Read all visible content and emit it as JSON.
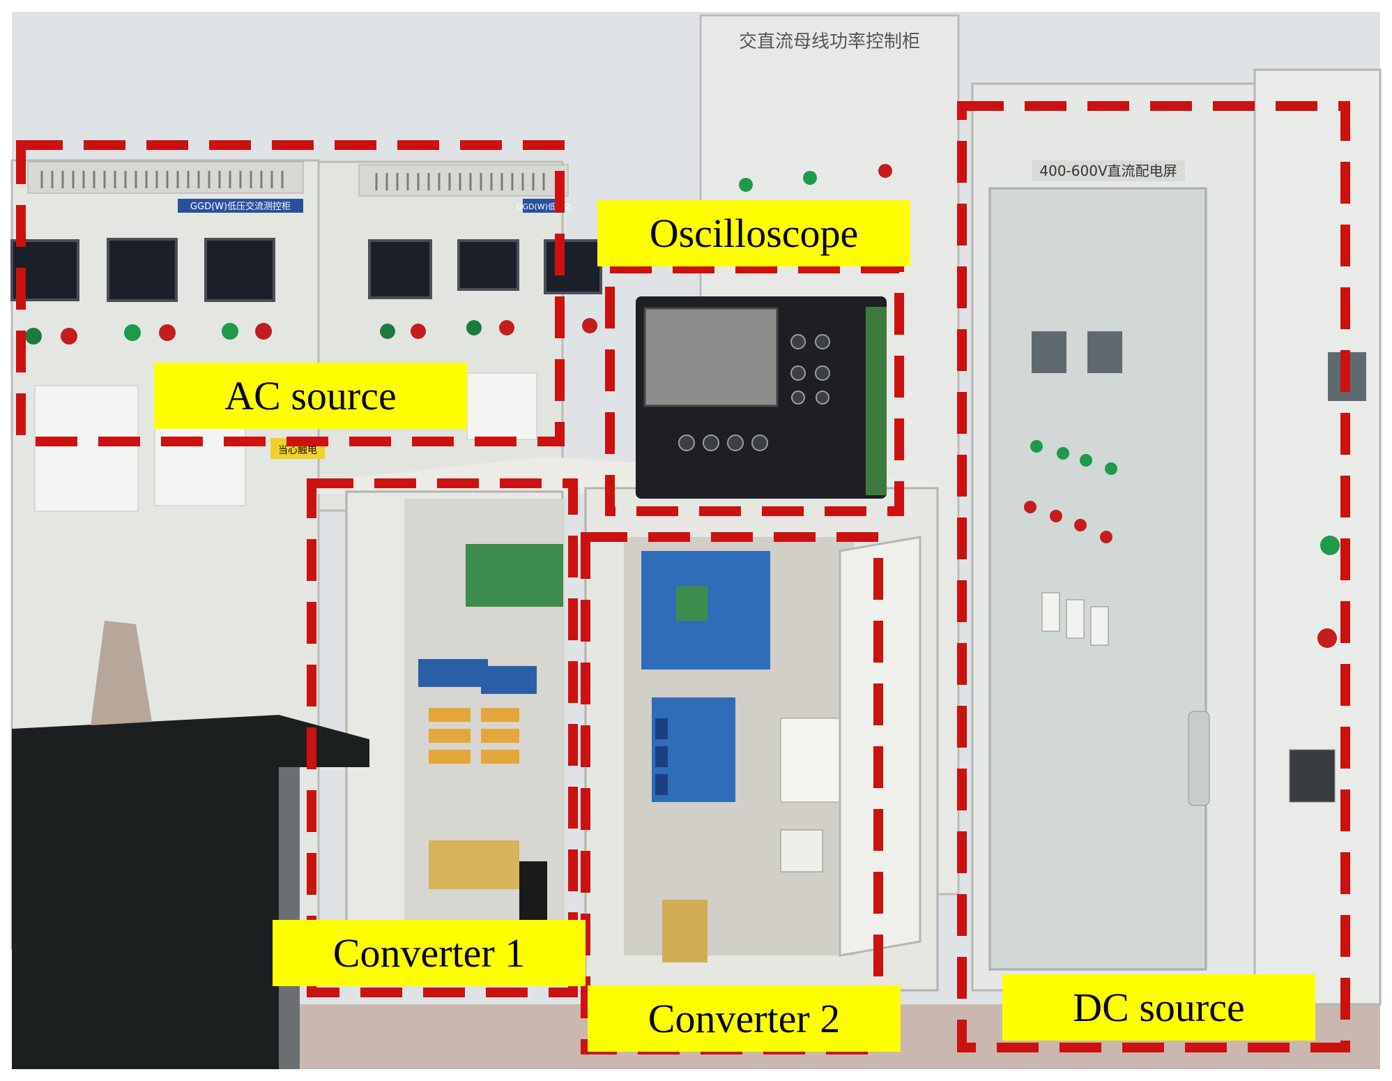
{
  "labels": {
    "oscilloscope": "Oscilloscope",
    "ac_source": "AC source",
    "converter_1": "Converter 1",
    "converter_2": "Converter 2",
    "dc_source": "DC source"
  },
  "panel_text": {
    "ac_cabinet_1": "GGD(W)低压交流测控柜",
    "ac_cabinet_2": "GGD(W)低压交",
    "top_cabinet": "交直流母线功率控制柜",
    "dc_cabinet": "400-600V直流配电屏",
    "warning_sign": "当心触电"
  },
  "colors": {
    "box_border": "#cc1111",
    "label_bg": "#ffff00",
    "label_text": "#000000"
  }
}
